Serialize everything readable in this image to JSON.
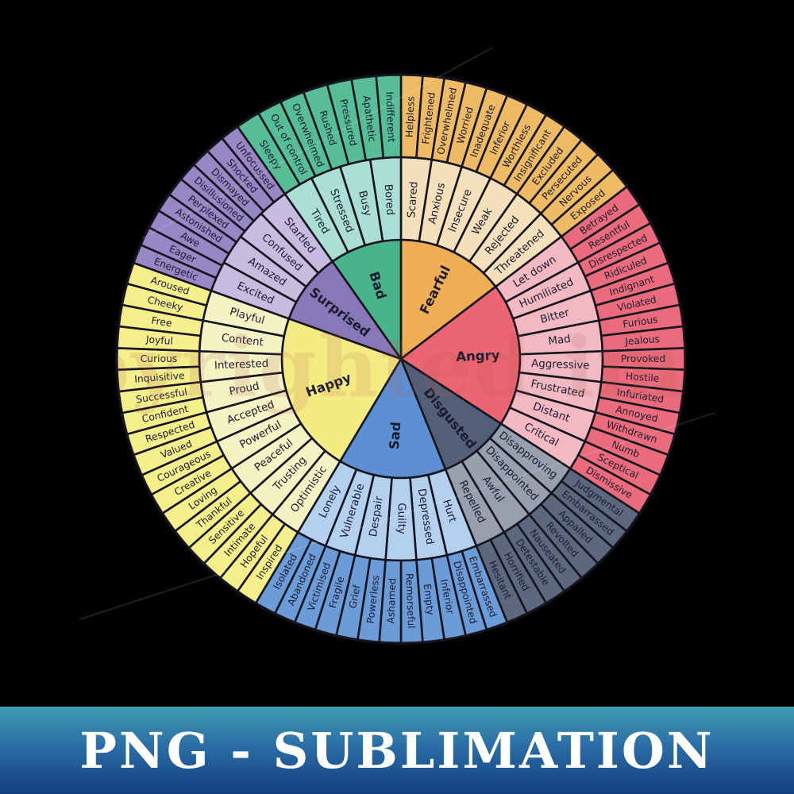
{
  "page": {
    "background": "#000000"
  },
  "watermark": {
    "text": "Copyrighted image",
    "color": "#b05a50"
  },
  "banner": {
    "text": "PNG - SUBLIMATION",
    "text_color": "#ffffff",
    "gradient_top": "#3f9cb0",
    "gradient_mid": "#2a6da6",
    "gradient_bottom": "#123e80"
  },
  "chart_data": {
    "type": "pie",
    "variant": "wheel-of-emotions-sunburst",
    "rings": [
      "core-emotion",
      "secondary-emotion",
      "tertiary-emotion"
    ],
    "start_angle_deg_from_top": 0,
    "direction": "clockwise",
    "line_color": "#15151f",
    "label_color": "#1b1b30",
    "sections": [
      {
        "name": "Fearful",
        "inner_color": "#efae55",
        "middle_color": "#f4e0ba",
        "outer_color": "#eebb64",
        "middle": [
          "Scared",
          "Anxious",
          "Insecure",
          "Weak",
          "Rejected",
          "Threatened"
        ],
        "outer": [
          "Helpless",
          "Frightened",
          "Overwhelmed",
          "Worried",
          "Inadequate",
          "Inferior",
          "Worthless",
          "Insignificant",
          "Excluded",
          "Persecuted",
          "Nervous",
          "Exposed"
        ]
      },
      {
        "name": "Angry",
        "inner_color": "#ec6573",
        "middle_color": "#f2b9c3",
        "outer_color": "#ea6b7b",
        "middle": [
          "Let down",
          "Humiliated",
          "Bitter",
          "Mad",
          "Aggressive",
          "Frustrated",
          "Distant",
          "Critical"
        ],
        "outer": [
          "Betrayed",
          "Resentful",
          "Disrespected",
          "Ridiculed",
          "Indignant",
          "Violated",
          "Furious",
          "Jealous",
          "Provoked",
          "Hostile",
          "Infuriated",
          "Annoyed",
          "Withdrawn",
          "Numb",
          "Sceptical",
          "Dismissive"
        ]
      },
      {
        "name": "Disgusted",
        "inner_color": "#535f76",
        "middle_color": "#98a0ae",
        "outer_color": "#5c687e",
        "middle": [
          "Disapproving",
          "Disappointed",
          "Awful",
          "Repelled"
        ],
        "outer": [
          "Judgmental",
          "Embarrassed",
          "Appalled",
          "Revolted",
          "Nauseated",
          "Detestable",
          "Horrified",
          "Hesitant"
        ]
      },
      {
        "name": "Sad",
        "inner_color": "#5c90d2",
        "middle_color": "#b3d0ee",
        "outer_color": "#6c9cd8",
        "middle": [
          "Hurt",
          "Depressed",
          "Guilty",
          "Despair",
          "Vulnerable",
          "Lonely"
        ],
        "outer": [
          "Embarrassed",
          "Disappointed",
          "Inferior",
          "Empty",
          "Remorseful",
          "Ashamed",
          "Powerless",
          "Grief",
          "Fragile",
          "Victimised",
          "Abandoned",
          "Isolated"
        ]
      },
      {
        "name": "Happy",
        "inner_color": "#f4ec83",
        "middle_color": "#f5f2c4",
        "outer_color": "#f4ee8b",
        "middle": [
          "Optimistic",
          "Trusting",
          "Peaceful",
          "Powerful",
          "Accepted",
          "Proud",
          "Interested",
          "Content",
          "Playful"
        ],
        "outer": [
          "Inspired",
          "Hopeful",
          "Intimate",
          "Sensitive",
          "Thankful",
          "Loving",
          "Creative",
          "Courageous",
          "Valued",
          "Respected",
          "Confident",
          "Successful",
          "Inquisitive",
          "Curious",
          "Joyful",
          "Free",
          "Cheeky",
          "Aroused"
        ]
      },
      {
        "name": "Surprised",
        "inner_color": "#8878b8",
        "middle_color": "#c7bbdf",
        "outer_color": "#9787c4",
        "middle": [
          "Excited",
          "Amazed",
          "Confused",
          "Startled"
        ],
        "outer": [
          "Energetic",
          "Eager",
          "Awe",
          "Astonished",
          "Perplexed",
          "Disillusioned",
          "Dismayed",
          "Shocked",
          "Unfocussed"
        ]
      },
      {
        "name": "Bad",
        "inner_color": "#47b48a",
        "middle_color": "#abdfd3",
        "outer_color": "#57bd97",
        "middle": [
          "Tired",
          "Stressed",
          "Busy",
          "Bored"
        ],
        "outer": [
          "Sleepy",
          "Out of control",
          "Overwhelmed",
          "Rushed",
          "Pressured",
          "Apathetic",
          "Indifferent"
        ]
      }
    ]
  }
}
